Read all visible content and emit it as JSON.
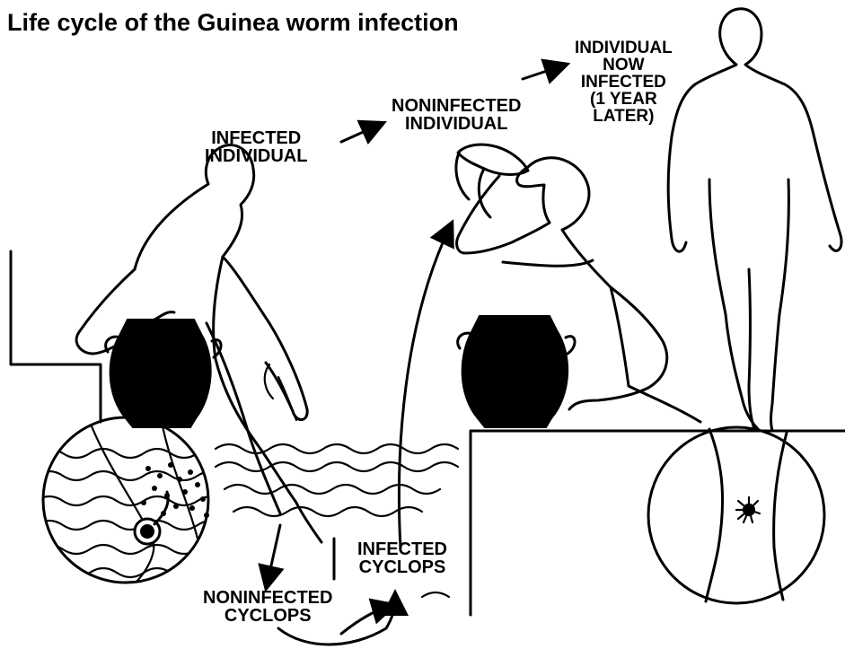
{
  "title": "Life cycle of the Guinea worm infection",
  "labels": {
    "infected_individual": "INFECTED\nINDIVIDUAL",
    "noninfected_individual": "NONINFECTED\nINDIVIDUAL",
    "individual_now_infected": "INDIVIDUAL\nNOW\nINFECTED\n(1 YEAR\nLATER)",
    "infected_cyclops": "INFECTED\nCYCLOPS",
    "noninfected_cyclops": "NONINFECTED\nCYCLOPS"
  }
}
